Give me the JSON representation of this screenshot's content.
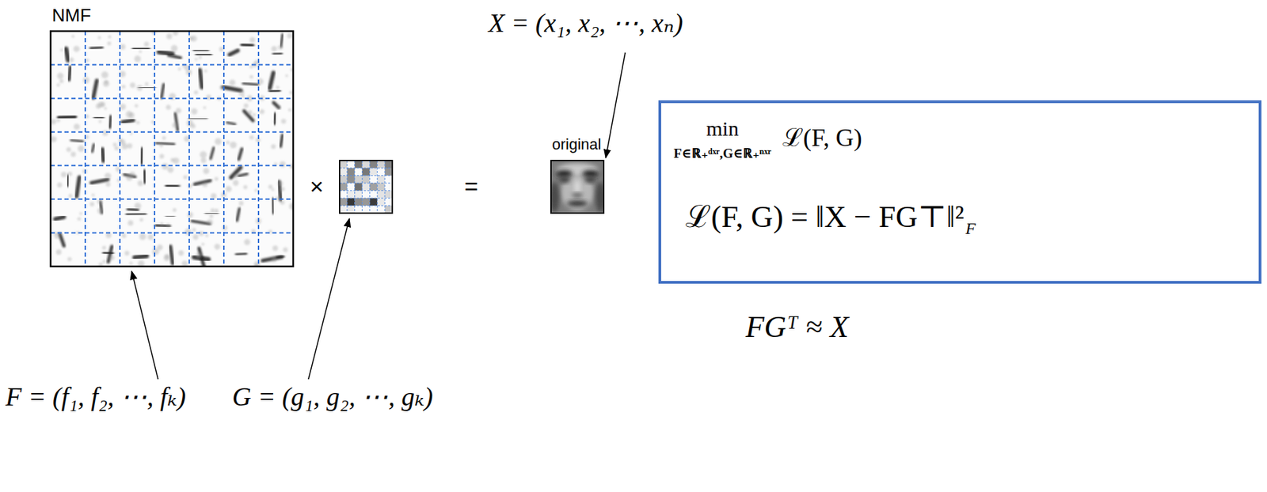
{
  "diagram": {
    "nodes": [
      {
        "text": [
          "min",
          "F∈ℝ₊ᵈˣʳ,G∈ℝ₊ⁿˣʳ",
          "ℒ(F, G)",
          "ℒ(F, G) = ‖X − FG⊤‖²",
          "F"
        ]
      }
    ],
    "labels": [
      "NMF",
      "X = (x₁, x₂, ⋯, xₙ)",
      "×",
      "=",
      "original",
      "FGᵀ ≈ X",
      "F = (f₁, f₂, ⋯, fₖ)",
      "G = (g₁, g₂, ⋯, gₖ)"
    ]
  }
}
